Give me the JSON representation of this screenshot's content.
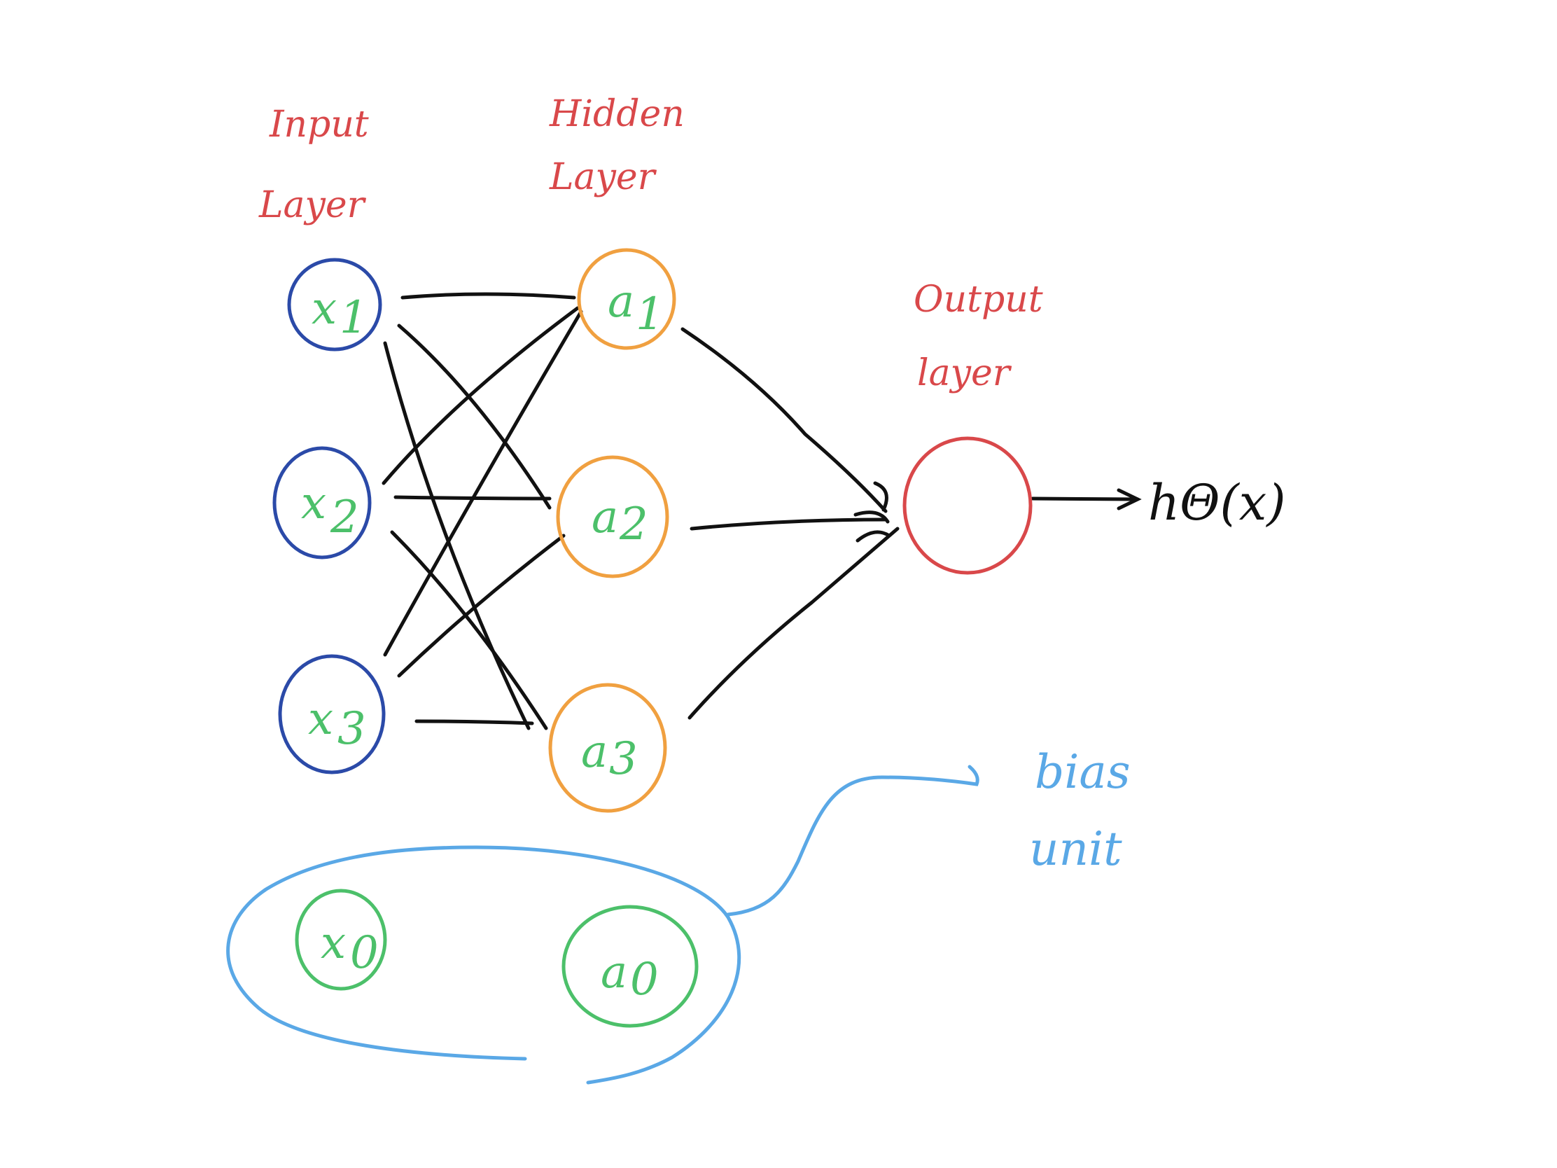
{
  "labels": {
    "input_layer": [
      "Input",
      "Layer"
    ],
    "hidden_layer": [
      "Hidden",
      "Layer"
    ],
    "output_layer": [
      "Output",
      "layer"
    ],
    "bias_unit": [
      "bias",
      "unit"
    ]
  },
  "input_nodes": [
    {
      "var": "x",
      "sub": "1"
    },
    {
      "var": "x",
      "sub": "2"
    },
    {
      "var": "x",
      "sub": "3"
    }
  ],
  "hidden_nodes": [
    {
      "var": "a",
      "sub": "1"
    },
    {
      "var": "a",
      "sub": "2"
    },
    {
      "var": "a",
      "sub": "3"
    }
  ],
  "bias_nodes": [
    {
      "var": "x",
      "sub": "0"
    },
    {
      "var": "a",
      "sub": "0"
    }
  ],
  "output": {
    "text": "hΘ(x)"
  },
  "colors": {
    "input_circle": "#2b4aa8",
    "hidden_circle": "#f0a040",
    "output_circle": "#d9484a",
    "bias_circle": "#4cc06a",
    "bias_group": "#5aa8e6",
    "edges": "#111111",
    "node_text": "#4cc06a",
    "layer_labels": "#d9484a"
  }
}
